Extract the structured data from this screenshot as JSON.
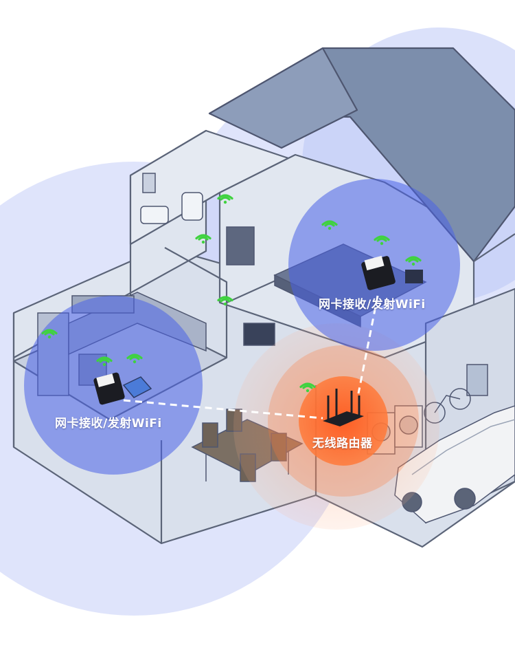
{
  "labels": {
    "adapter_right": "网卡接收/发射WiFi",
    "adapter_left": "网卡接收/发射WiFi",
    "router": "无线路由器"
  },
  "colors": {
    "coverage_blue": "#4a63e8",
    "coverage_orange": "#ff6a2a",
    "wifi_signal": "#3fd23f",
    "link_line": "#ffffff",
    "roof": "#7487a6",
    "walls": "#c9d3e2"
  },
  "icons": [
    "wifi-signal-icon",
    "usb-wifi-adapter-icon",
    "wireless-router-icon",
    "laptop-icon",
    "monitor-icon"
  ]
}
